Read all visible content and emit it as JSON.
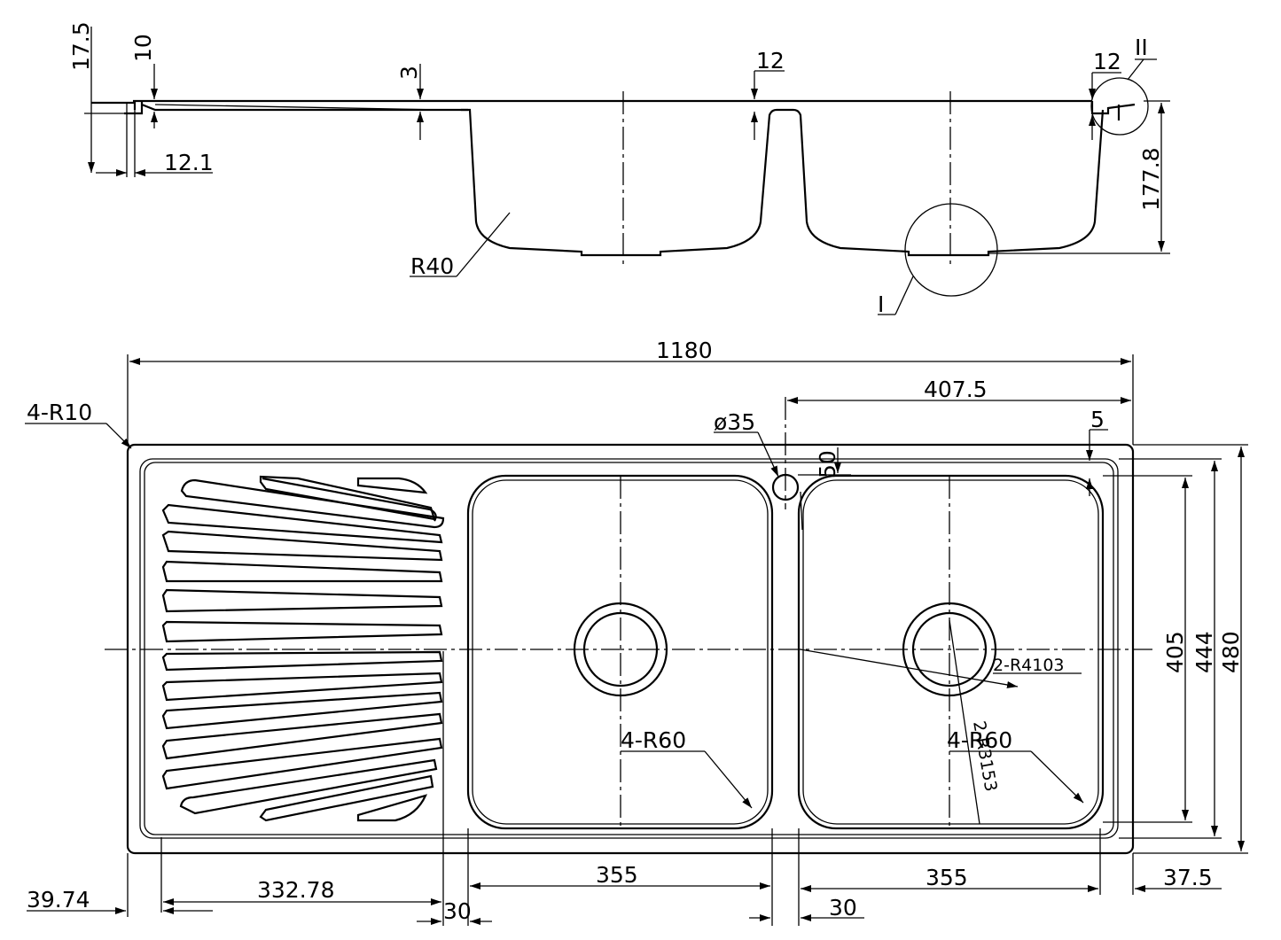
{
  "units": "mm",
  "section_view": {
    "dims": {
      "flange_thickness": "17.5",
      "lip_height": "10",
      "drainer_depth": "3",
      "divider_top_1": "12",
      "divider_top_2": "12",
      "detail_2_label": "II",
      "flange_width": "12.1",
      "bowl_depth": "177.8",
      "corner_radius": "R40",
      "detail_1_label": "I"
    }
  },
  "plan_view": {
    "dims": {
      "overall_length": "1180",
      "right_bowl_length": "407.5",
      "corner_radii": "4-R10",
      "tap_hole": "ø35",
      "edge_offset": "5",
      "tap_offset": "50",
      "bowl_width_inner": "405",
      "bowl_width_rim": "444",
      "overall_width": "480",
      "waste_radius_1": "2-R4103",
      "waste_radius_2": "2-R3153",
      "bowl_radii_left": "4-R60",
      "bowl_radii_right": "4-R60",
      "left_margin": "39.74",
      "drainer_length": "332.78",
      "drainer_gap": "30",
      "left_bowl_length": "355",
      "divider_width": "30",
      "right_bowl_length_inner": "355",
      "right_margin": "37.5"
    }
  }
}
